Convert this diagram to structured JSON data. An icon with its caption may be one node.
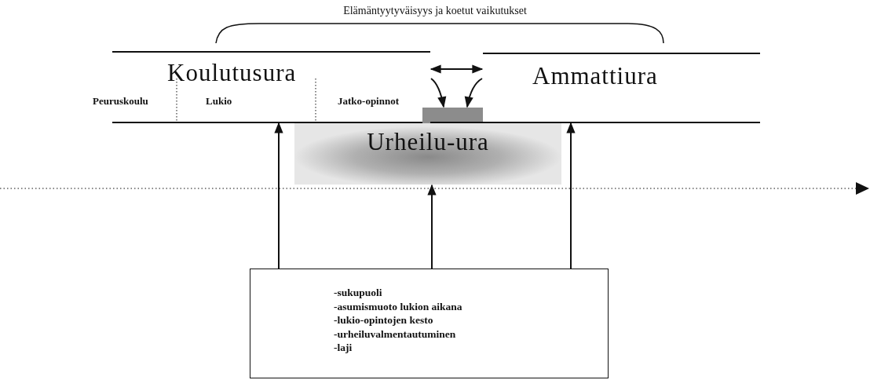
{
  "diagram": {
    "nodes": [
      {
        "text": [
          "Koulutusura"
        ]
      },
      {
        "text": [
          "Ammattiura"
        ]
      },
      {
        "text": [
          "Urheilu-ura"
        ]
      },
      {
        "text": [
          "-sukupuoli",
          "-asumismuoto lukion aikana",
          "-lukio-opintojen kesto",
          "-urheiluvalmentautuminen",
          "-laji"
        ]
      }
    ],
    "edges": [
      {
        "from": 0,
        "to": 1,
        "arrow": "both"
      },
      {
        "from": 0,
        "to": 2,
        "arrow": "to"
      },
      {
        "from": 1,
        "to": 2,
        "arrow": "to"
      },
      {
        "from": 3,
        "to": 0,
        "arrow": "to"
      },
      {
        "from": 3,
        "to": 2,
        "arrow": "to"
      },
      {
        "from": 3,
        "to": 1,
        "arrow": "to"
      }
    ],
    "labels": [
      "Elämäntyytyväisyys ja koetut vaikutukset",
      "Peuruskoulu",
      "Lukio",
      "Jatko-opinnot"
    ]
  }
}
